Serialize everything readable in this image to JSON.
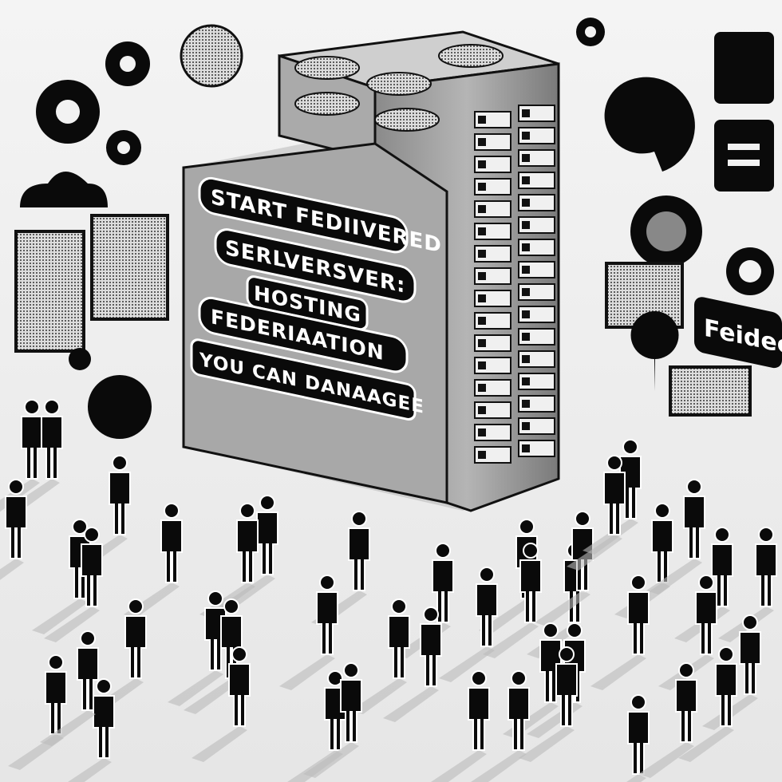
{
  "illustration": {
    "banner_lines": [
      "START FEDIIVERED",
      "SERLVERSVER:",
      "HOSTING",
      "FEDERIAATION",
      "YOU CAN DANAAGEE"
    ],
    "side_sign": "Feidec",
    "palette": {
      "ink": "#0a0a0a",
      "paper": "#f2f2f2",
      "metal": "#9a9a9a",
      "metal_light": "#d4d4d4"
    }
  }
}
